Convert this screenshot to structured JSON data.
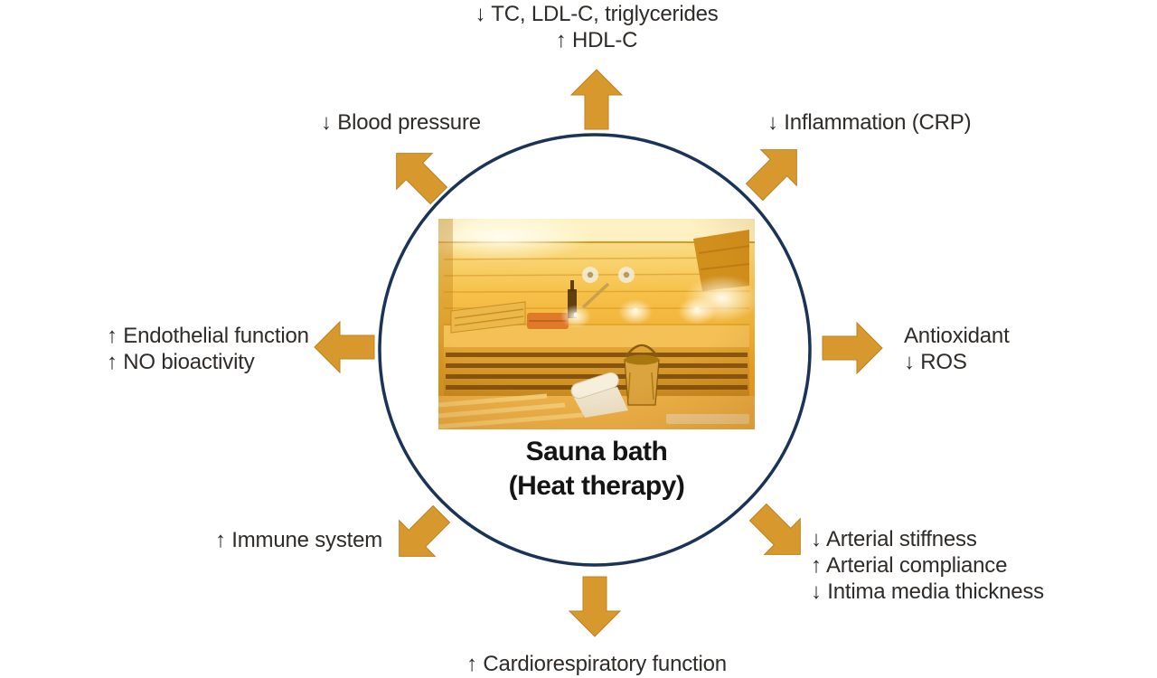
{
  "title": {
    "line1": "Sauna bath",
    "line2": "(Heat therapy)"
  },
  "labels": {
    "top": [
      "↓ TC, LDL-C, triglycerides",
      "↑ HDL-C"
    ],
    "top_left": [
      "↓ Blood pressure"
    ],
    "top_right": [
      "↓ Inflammation (CRP)"
    ],
    "left": [
      "↑ Endothelial function",
      "↑ NO bioactivity"
    ],
    "right": [
      "Antioxidant",
      "↓ ROS"
    ],
    "bottom_left": [
      "↑ Immune system"
    ],
    "bottom_right": [
      "↓ Arterial stiffness",
      "↑ Arterial compliance",
      "↓ Intima media thickness"
    ],
    "bottom": [
      "↑ Cardiorespiratory function"
    ]
  },
  "colors": {
    "arrow_fill": "#d7992e",
    "circle_stroke": "#1b3356",
    "label_text": "#2f2b28",
    "title_text": "#141414",
    "background": "#ffffff"
  },
  "image": {
    "alt": "Wooden sauna interior with bench, candles, towels and bucket"
  }
}
